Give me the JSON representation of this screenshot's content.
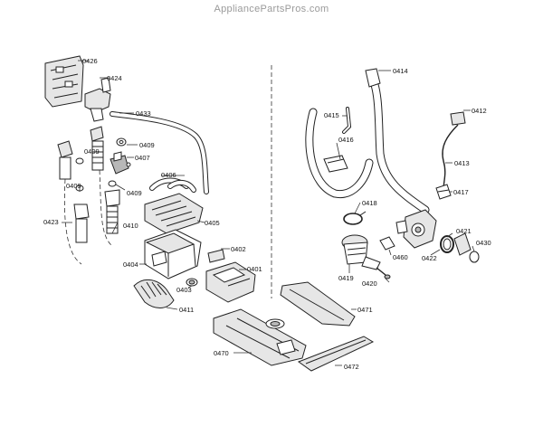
{
  "watermark": "AppliancePartsPros.com",
  "labels": [
    {
      "id": "0426",
      "text": "0426"
    },
    {
      "id": "0424",
      "text": "0424"
    },
    {
      "id": "0433",
      "text": "0433"
    },
    {
      "id": "0409a",
      "text": "0409"
    },
    {
      "id": "0407",
      "text": "0407"
    },
    {
      "id": "0409b",
      "text": "0409"
    },
    {
      "id": "0406",
      "text": "0406"
    },
    {
      "id": "0409c",
      "text": "0409"
    },
    {
      "id": "0409d",
      "text": "0409"
    },
    {
      "id": "0423",
      "text": "0423"
    },
    {
      "id": "0410",
      "text": "0410"
    },
    {
      "id": "0405",
      "text": "0405"
    },
    {
      "id": "0402",
      "text": "0402"
    },
    {
      "id": "0404",
      "text": "0404"
    },
    {
      "id": "0401",
      "text": "0401"
    },
    {
      "id": "0403",
      "text": "0403"
    },
    {
      "id": "0411",
      "text": "0411"
    },
    {
      "id": "0470",
      "text": "0470"
    },
    {
      "id": "0471",
      "text": "0471"
    },
    {
      "id": "0472",
      "text": "0472"
    },
    {
      "id": "0414",
      "text": "0414"
    },
    {
      "id": "0415",
      "text": "0415"
    },
    {
      "id": "0416",
      "text": "0416"
    },
    {
      "id": "0412",
      "text": "0412"
    },
    {
      "id": "0413",
      "text": "0413"
    },
    {
      "id": "0417",
      "text": "0417"
    },
    {
      "id": "0418",
      "text": "0418"
    },
    {
      "id": "0419",
      "text": "0419"
    },
    {
      "id": "0460",
      "text": "0460"
    },
    {
      "id": "0420",
      "text": "0420"
    },
    {
      "id": "0421",
      "text": "0421"
    },
    {
      "id": "0422",
      "text": "0422"
    },
    {
      "id": "0430",
      "text": "0430"
    }
  ]
}
